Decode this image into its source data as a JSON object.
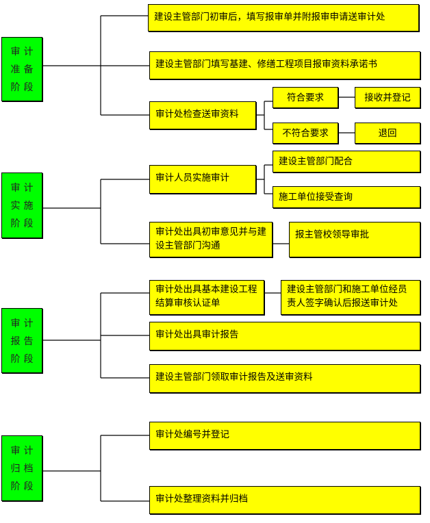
{
  "stages": [
    {
      "chars": [
        "审",
        "计",
        "准",
        "备",
        "阶",
        "段"
      ],
      "steps": [
        "建设主管部门初审后，填写报审单并附报审申请送审计处",
        "建设主管部门填写基建、修缮工程项目报审资料承诺书",
        "审计处检查送审资料"
      ],
      "branches": [
        "符合要求",
        "接收并登记",
        "不符合要求",
        "退回"
      ]
    },
    {
      "chars": [
        "审",
        "计",
        "实",
        "施",
        "阶",
        "段"
      ],
      "steps": [
        "审计人员实施审计",
        "审计处出具初审意见并与建设主管部门沟通"
      ],
      "branches": [
        "建设主管部门配合",
        "施工单位接受查询",
        "报主管校领导审批"
      ]
    },
    {
      "chars": [
        "审",
        "计",
        "报",
        "告",
        "阶",
        "段"
      ],
      "steps": [
        "审计处出具基本建设工程结算审核认证单",
        "审计处出具审计报告",
        "建设主管部门领取审计报告及送审资料"
      ],
      "branches": [
        "建设主管部门和施工单位经员责人签字确认后报送审计处"
      ]
    },
    {
      "chars": [
        "审",
        "计",
        "归",
        "档",
        "阶",
        "段"
      ],
      "steps": [
        "审计处编号并登记",
        "审计处整理资料并归档"
      ]
    }
  ],
  "colors": {
    "stage": "#00ff00",
    "step": "#ffff00",
    "line": "#000000"
  }
}
